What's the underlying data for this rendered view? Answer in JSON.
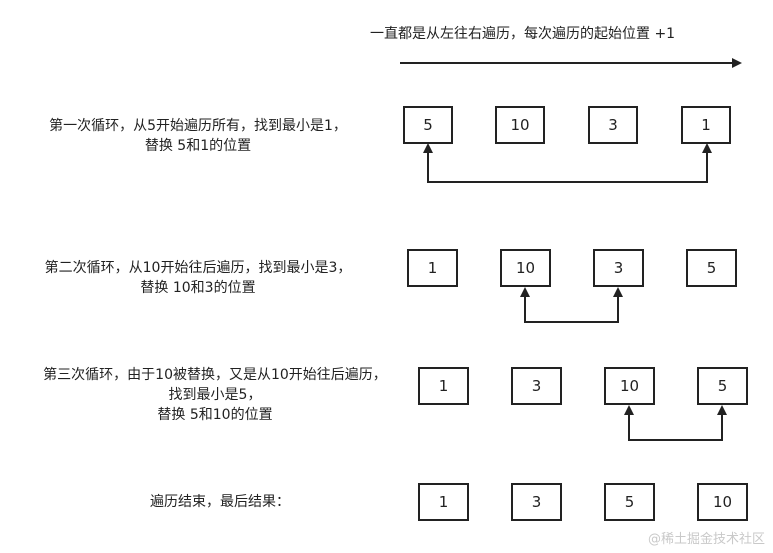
{
  "header": {
    "direction_text": "一直都是从左往右遍历，每次遍历的起始位置 +1"
  },
  "steps": [
    {
      "lines": [
        "第一次循环，从5开始遍历所有，找到最小是1，",
        "替换 5和1的位置"
      ],
      "boxes": [
        "5",
        "10",
        "3",
        "1"
      ]
    },
    {
      "lines": [
        "第二次循环，从10开始往后遍历，找到最小是3，",
        "替换 10和3的位置"
      ],
      "boxes": [
        "1",
        "10",
        "3",
        "5"
      ]
    },
    {
      "lines": [
        "第三次循环，由于10被替换，又是从10开始往后遍历，",
        "找到最小是5，",
        "替换 5和10的位置"
      ],
      "boxes": [
        "1",
        "3",
        "10",
        "5"
      ]
    },
    {
      "lines": [
        "遍历结束，最后结果："
      ],
      "boxes": [
        "1",
        "3",
        "5",
        "10"
      ]
    }
  ],
  "watermark": "@稀土掘金技术社区"
}
